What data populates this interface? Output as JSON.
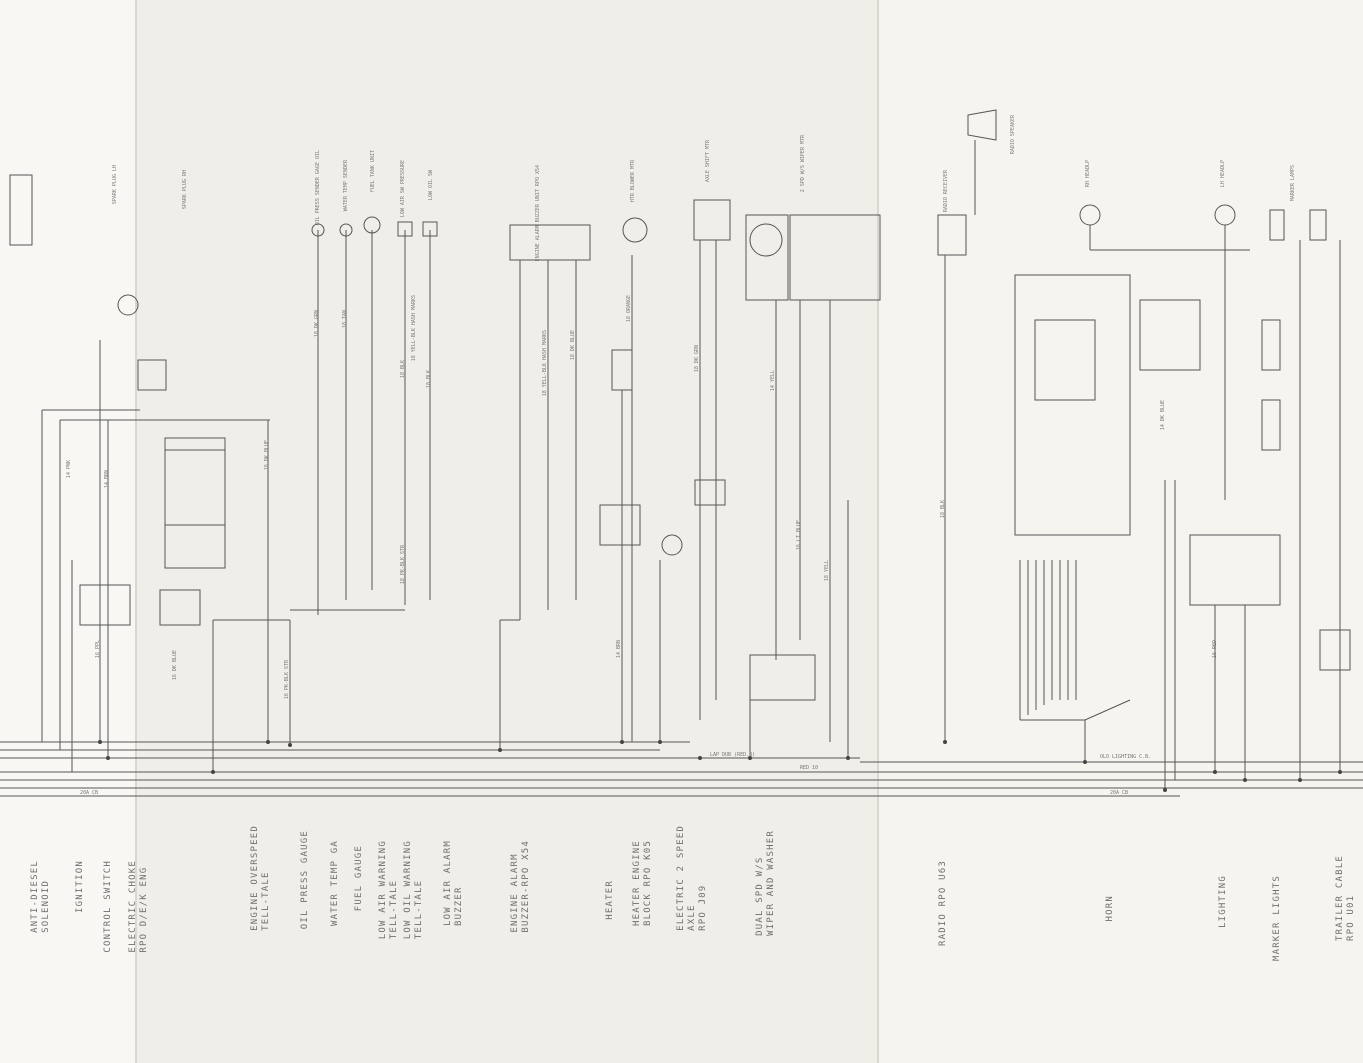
{
  "circuits": [
    {
      "id": "anti-diesel",
      "text": "ANTI-DIESEL\nSOLENOID"
    },
    {
      "id": "ignition",
      "text": "IGNITION"
    },
    {
      "id": "control-switch",
      "text": "CONTROL SWITCH"
    },
    {
      "id": "electric-choke",
      "text": "ELECTRIC CHOKE\nRPO D/E/K ENG"
    },
    {
      "id": "engine-overspeed",
      "text": "ENGINE OVERSPEED\nTELL-TALE"
    },
    {
      "id": "oil-press-gauge",
      "text": "OIL PRESS GAUGE"
    },
    {
      "id": "water-temp",
      "text": "WATER TEMP GA"
    },
    {
      "id": "fuel-gauge",
      "text": "FUEL GAUGE"
    },
    {
      "id": "low-air",
      "text": "LOW AIR WARNING\nTELL-TALE"
    },
    {
      "id": "low-oil",
      "text": "LOW OIL WARNING\nTELL-TALE"
    },
    {
      "id": "low-air-buzzer",
      "text": "LOW AIR ALARM\nBUZZER"
    },
    {
      "id": "engine-alarm",
      "text": "ENGINE ALARM\nBUZZER-RPO X54"
    },
    {
      "id": "heater",
      "text": "HEATER"
    },
    {
      "id": "heater-engine",
      "text": "HEATER ENGINE\nBLOCK RPO K05"
    },
    {
      "id": "electric-2speed",
      "text": "ELECTRIC 2 SPEED\nAXLE\nRPO J09"
    },
    {
      "id": "dual-wiper",
      "text": "DUAL SPD W/S\nWIPER AND WASHER"
    },
    {
      "id": "radio",
      "text": "RADIO RPO U63"
    },
    {
      "id": "horn",
      "text": "HORN"
    },
    {
      "id": "lighting",
      "text": "LIGHTING"
    },
    {
      "id": "marker-lights",
      "text": "MARKER LIGHTS"
    },
    {
      "id": "trailer-cable",
      "text": "TRAILER CABLE\nRPO U01"
    }
  ],
  "top_labels": {
    "spark_plug_1": "SPARK PLUG LH",
    "spark_plug_2": "SPARK PLUG RH",
    "oil_press_sender": "OIL PRESS SENDER\nGAGE OIL",
    "water_temp_sender": "WATER TEMP\nSENDER",
    "fuel_tank_unit": "FUEL TANK UNIT",
    "low_air_sw": "LOW AIR SW\nPRESSURE",
    "low_oil_sw": "LOW OIL SW",
    "engine_alarm_box": "ENGINE ALARM\nBUZZER UNIT\nRPO X54",
    "blower_motor": "HTR BLOWER MTR",
    "axle_shift_motor": "AXLE SHIFT MTR",
    "wiper_motor": "2 SPD W/S WIPER MTR",
    "radio_unit": "RADIO RECEIVER",
    "speaker": "RADIO SPEAKER",
    "rh_headlp": "RH HEADLP",
    "lh_headlp": "LH HEADLP",
    "marker_lamps": "MARKER LAMPS"
  },
  "wire_labels": {
    "w1": "14 PNK",
    "w2": "16 PPL",
    "w3": "14 BRN",
    "w4": "16 DK BLUE",
    "w5": "16 DK BLUE",
    "w6": "16 PK-BLK STR",
    "w7": "18 DK GRN",
    "w8": "18 TAN",
    "w9": "18 BLK",
    "w10": "18 YELL-BLK HASH MARKS",
    "w11": "18 PK-BLK STR",
    "w12": "18 BLK",
    "w13": "18 YELL-BLK HASH MARKS",
    "w14": "18 DK BLUE",
    "w15": "18 ORANGE",
    "w16": "14 BRN",
    "w17": "18 DK GRN",
    "w18": "14 YELL",
    "w19": "16 LT BLUE",
    "w20": "18 YELL",
    "w21": "18 BLK",
    "w22": "14 DK BLUE",
    "w23": "16 RED"
  },
  "bus_labels": {
    "b1": "20A CB",
    "b2": "LAP DUB (RED.8)",
    "b3": "RED 10",
    "b4": "OLO LIGHTING C.B.",
    "b5": "20A CB"
  },
  "colors": {
    "ink": "#4a4a4a",
    "paper_left": "#f8f7f3",
    "paper_mid": "#efeee8",
    "paper_right": "#f5f4ef"
  }
}
